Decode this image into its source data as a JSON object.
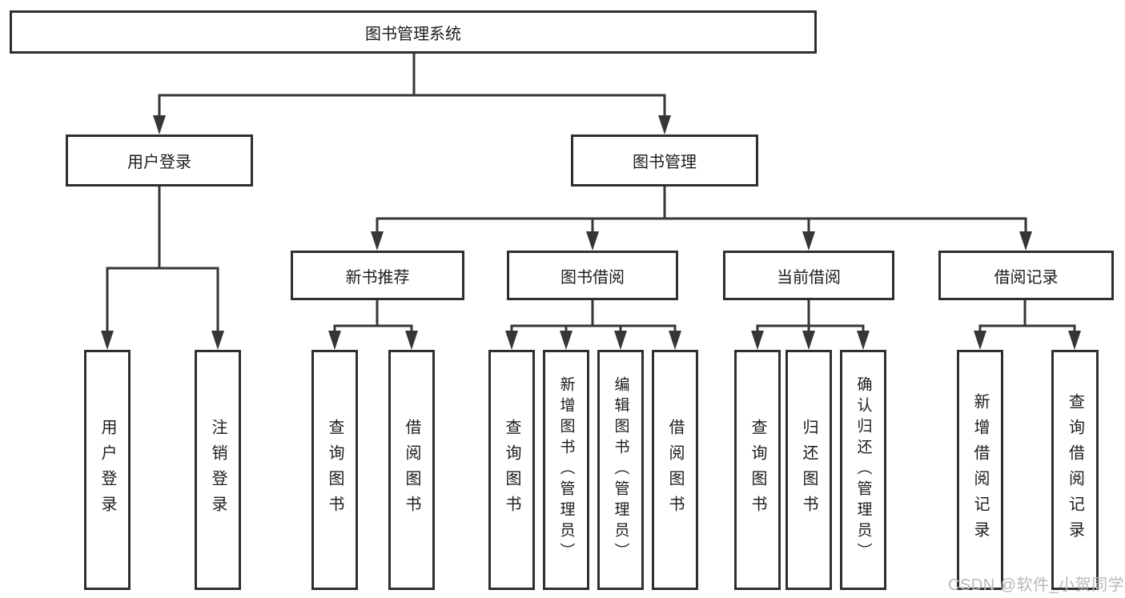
{
  "tree": {
    "root": "图书管理系统",
    "branches": [
      {
        "label": "用户登录",
        "children": [
          {
            "label": "用户登录"
          },
          {
            "label": "注销登录"
          }
        ]
      },
      {
        "label": "图书管理",
        "children": [
          {
            "label": "新书推荐",
            "children": [
              {
                "label": "查询图书"
              },
              {
                "label": "借阅图书"
              }
            ]
          },
          {
            "label": "图书借阅",
            "children": [
              {
                "label": "查询图书"
              },
              {
                "label": "新增图书（管理员）"
              },
              {
                "label": "编辑图书（管理员）"
              },
              {
                "label": "借阅图书"
              }
            ]
          },
          {
            "label": "当前借阅",
            "children": [
              {
                "label": "查询图书"
              },
              {
                "label": "归还图书"
              },
              {
                "label": "确认归还（管理员）"
              }
            ]
          },
          {
            "label": "借阅记录",
            "children": [
              {
                "label": "新增借阅记录"
              },
              {
                "label": "查询借阅记录"
              }
            ]
          }
        ]
      }
    ]
  },
  "watermark": "CSDN @软件_小贺同学",
  "colors": {
    "line": "#363636",
    "box_border": "#2f2f2f",
    "box_background": "#ffffff",
    "text": "#1c1c1c",
    "watermark": "#b8b8b8",
    "page_background": "#ffffff"
  }
}
